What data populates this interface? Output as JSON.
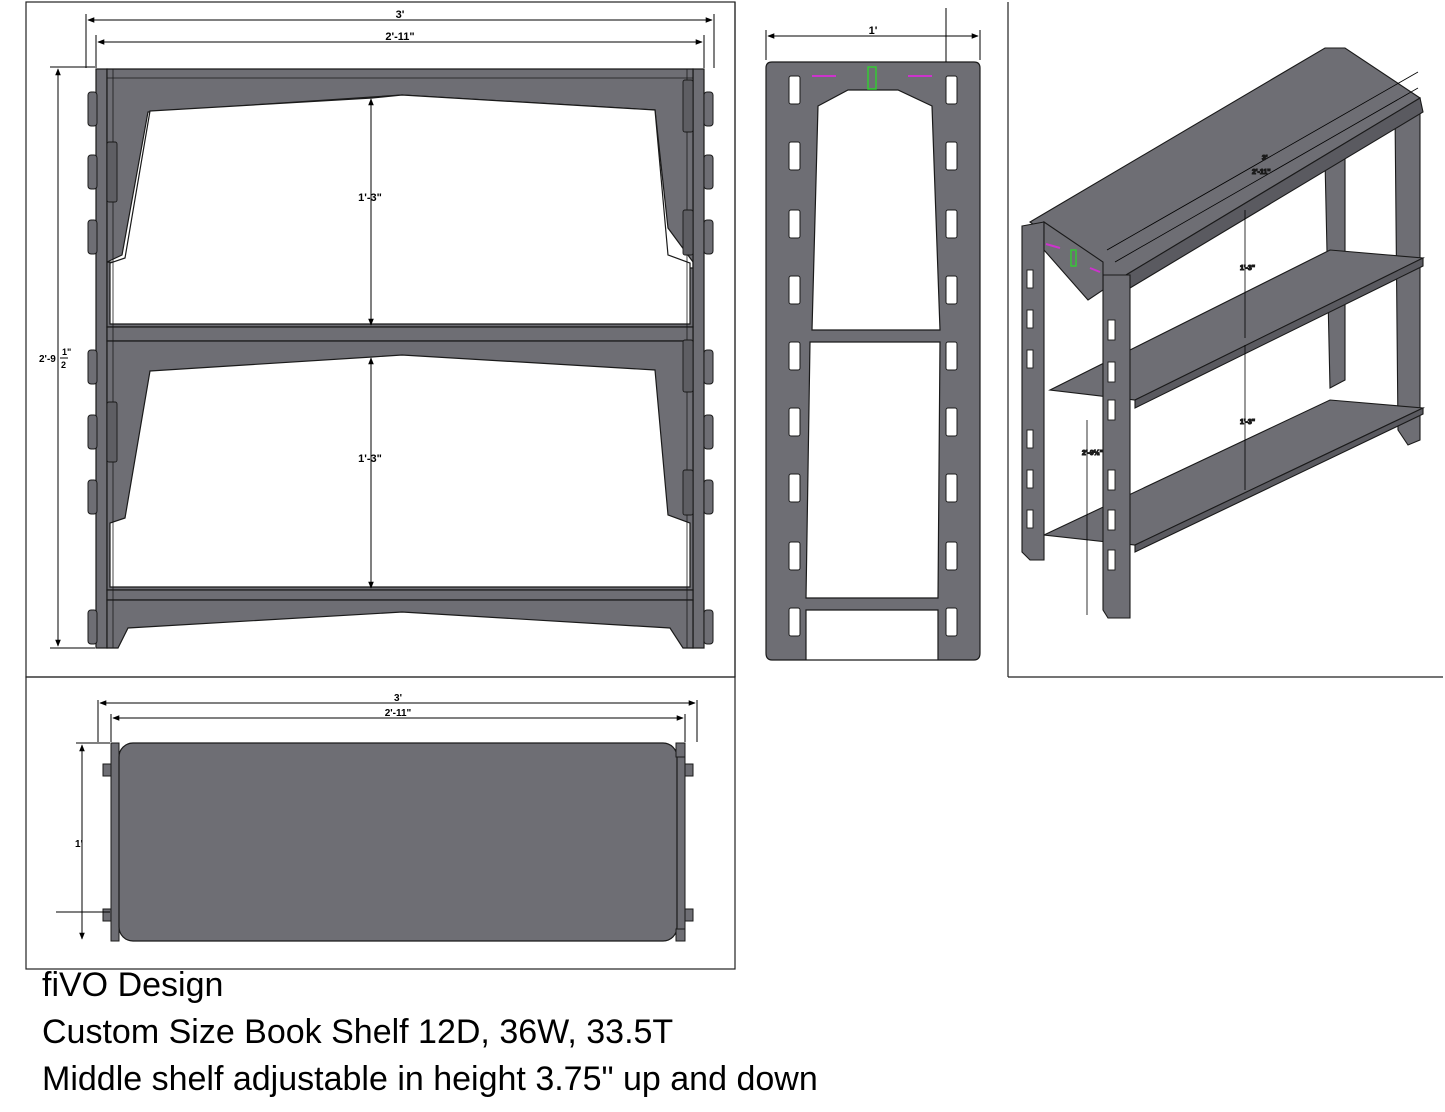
{
  "front_view": {
    "overall_width": "3'",
    "inner_width": "2'-11\"",
    "height_main": "2'-9",
    "height_frac_num": "1",
    "height_frac_den": "2",
    "height_inch": "\"",
    "upper_clearance": "1'-3\"",
    "lower_clearance": "1'-3\""
  },
  "side_view": {
    "depth": "1'"
  },
  "iso_view": {
    "overall_width": "3'",
    "inner_width": "2'-11\"",
    "upper_clearance": "1'-3\"",
    "lower_clearance": "1'-3\"",
    "height": "2'-9½\""
  },
  "top_view": {
    "overall_width": "3'",
    "inner_width": "2'-11\"",
    "depth": "1'"
  },
  "caption": {
    "line1": "fiVO Design",
    "line2": "Custom Size Book Shelf 12D, 36W, 33.5T",
    "line3": "Middle shelf adjustable in height 3.75\" up and down"
  },
  "colors": {
    "panel": "#6e6e74",
    "outline": "#1a1a1a",
    "accent_magenta": "#cc33cc",
    "accent_green": "#33cc33"
  }
}
